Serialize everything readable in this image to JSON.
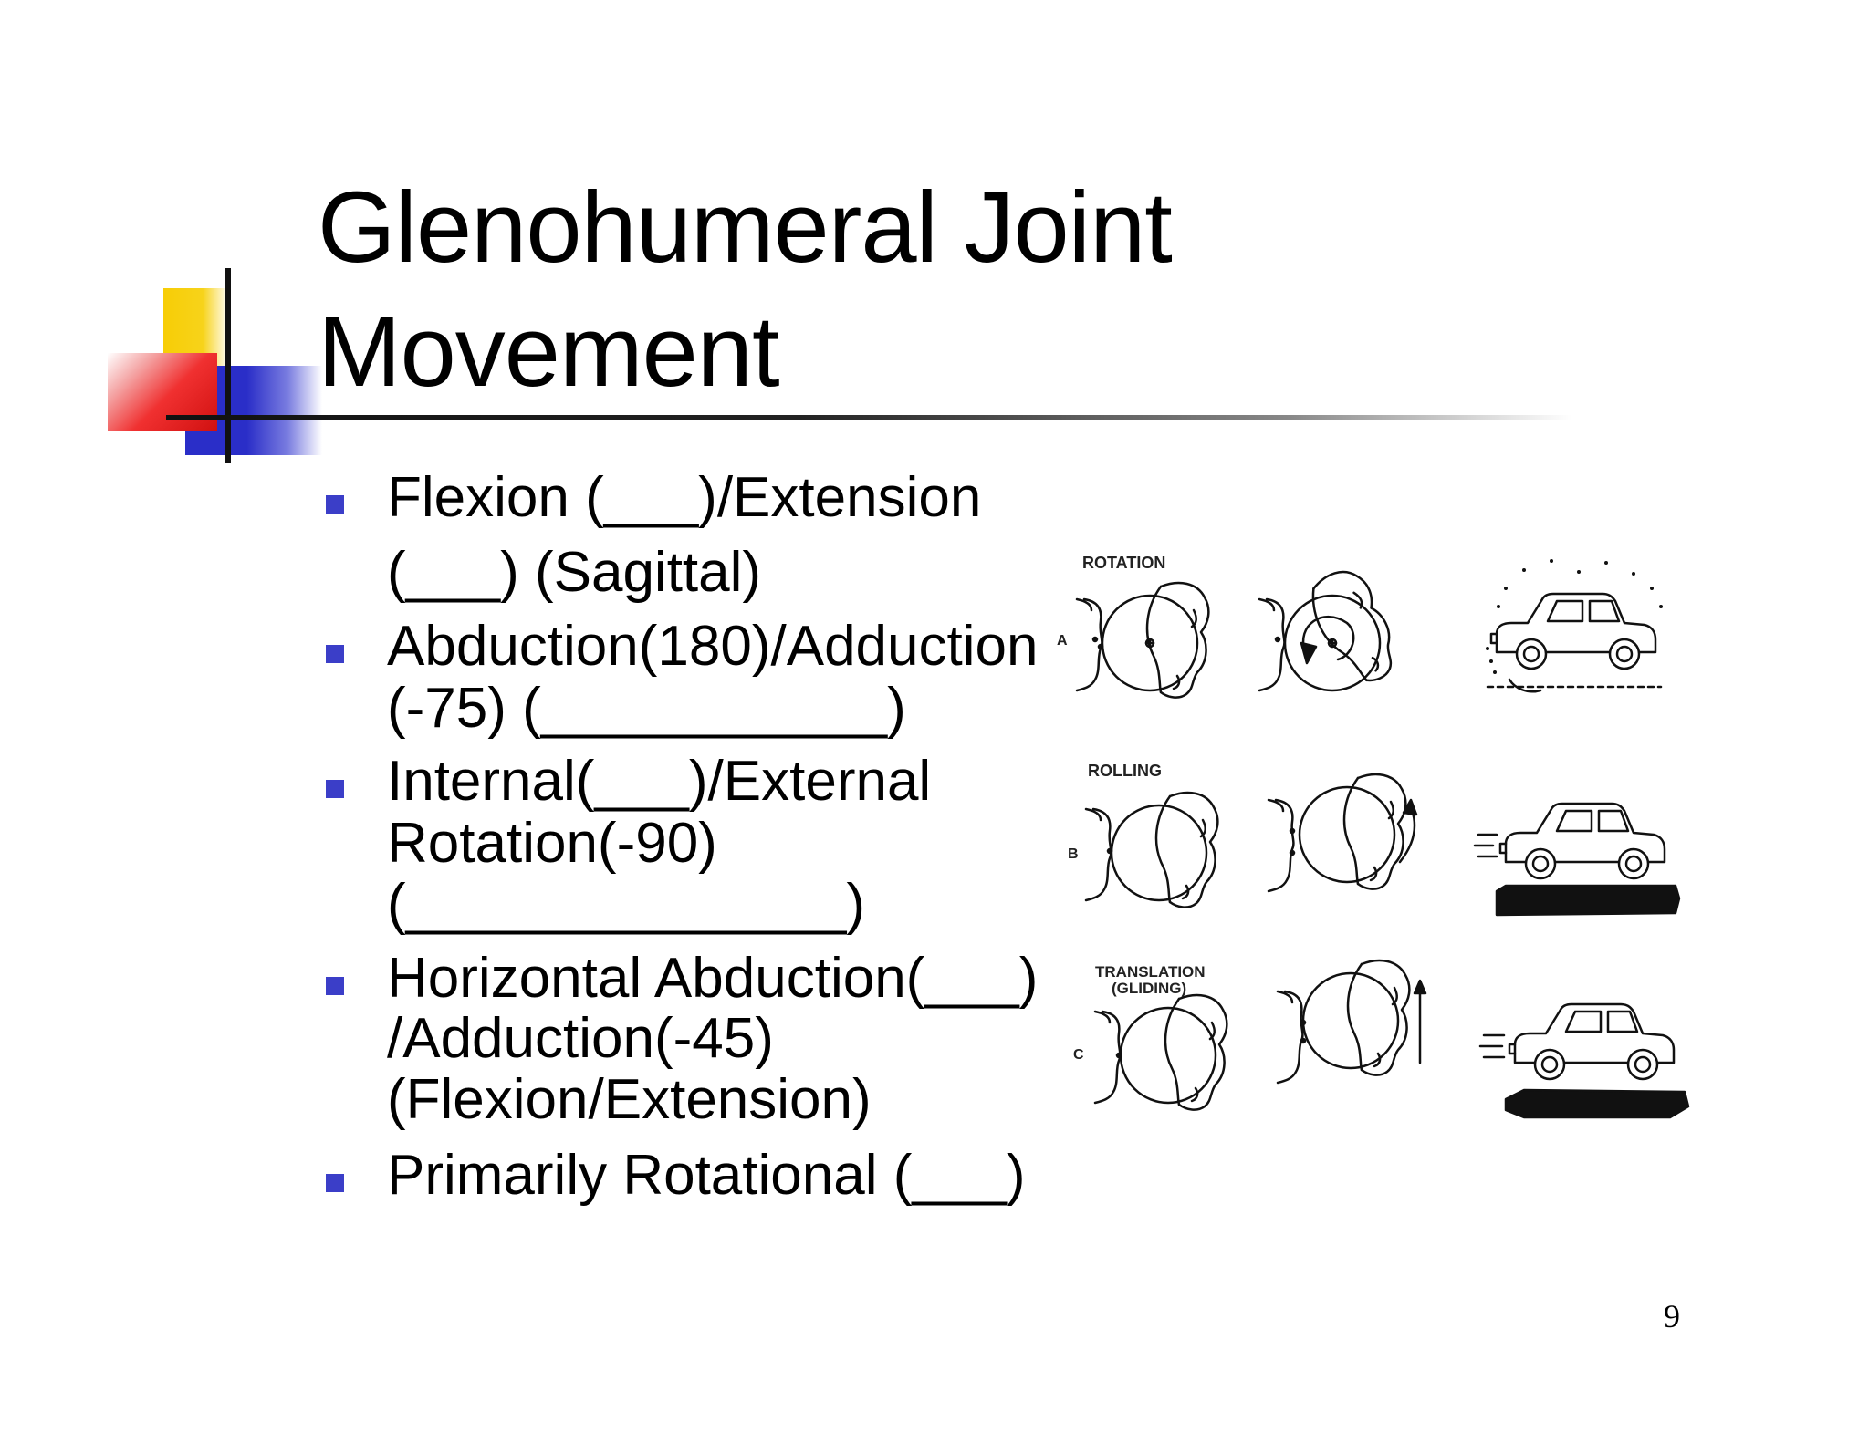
{
  "title": {
    "line1": "Glenohumeral Joint",
    "line2": "Movement"
  },
  "bullets": [
    {
      "lines": [
        "Flexion (___)/Extension",
        "(___) (Sagittal)"
      ]
    },
    {
      "lines": [
        "Abduction(180)/Adduction",
        "(-75) (___________)"
      ]
    },
    {
      "lines": [
        "Internal(___)/External",
        "Rotation(-90)",
        "(______________)"
      ]
    },
    {
      "lines": [
        "Horizontal Abduction(___)",
        "/Adduction(-45)",
        "(Flexion/Extension)"
      ]
    },
    {
      "lines": [
        "Primarily Rotational (___)"
      ]
    }
  ],
  "figure": {
    "rotation_label": "ROTATION",
    "rolling_label": "ROLLING",
    "translation_label_1": "TRANSLATION",
    "translation_label_2": "(GLIDING)",
    "row_a": "A",
    "row_b": "B",
    "row_c": "C"
  },
  "page_number": "9",
  "colors": {
    "bullet": "#3b3ec8",
    "logo_yellow": "#f7cd06",
    "logo_red": "#e02020",
    "logo_blue": "#2a2ec8"
  }
}
